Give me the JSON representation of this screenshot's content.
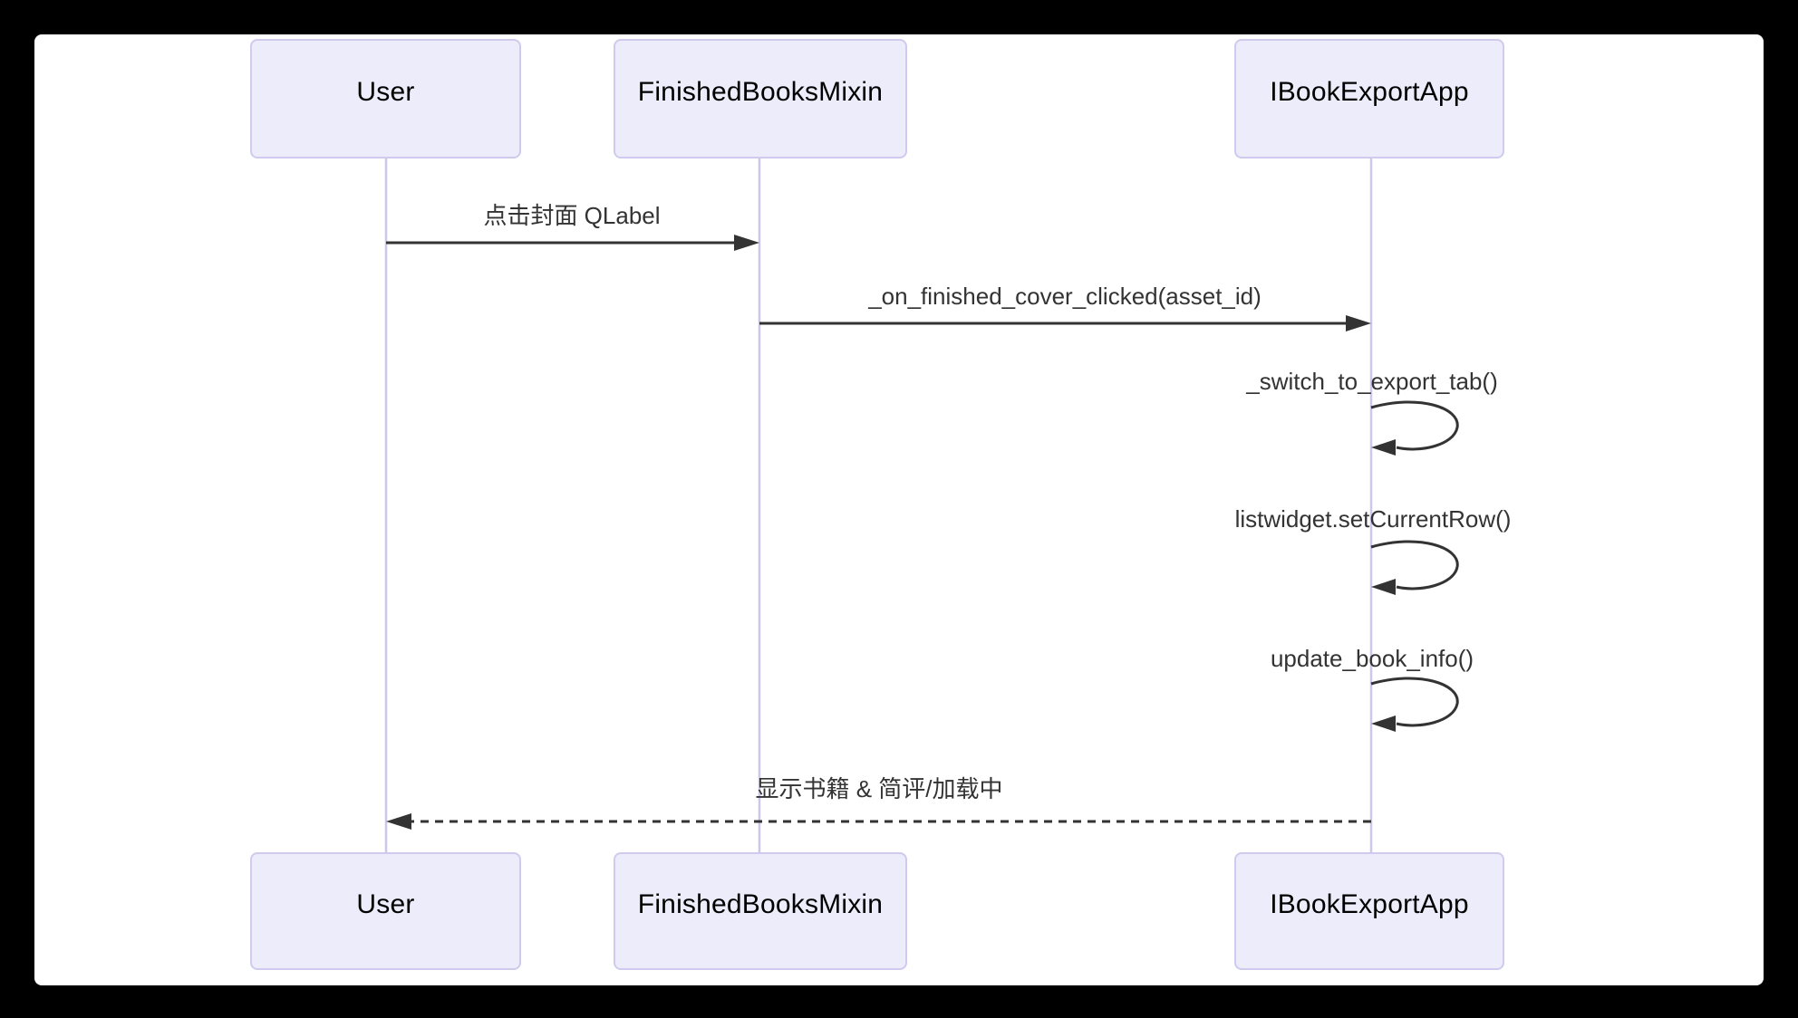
{
  "diagram": {
    "kind": "sequence-diagram",
    "actors": [
      {
        "id": "user",
        "name": "User"
      },
      {
        "id": "finished_books_mixin",
        "name": "FinishedBooksMixin"
      },
      {
        "id": "ibook_export_app",
        "name": "IBookExportApp"
      }
    ],
    "messages": [
      {
        "from": "User",
        "to": "FinishedBooksMixin",
        "label": "点击封面 QLabel",
        "line": "solid"
      },
      {
        "from": "FinishedBooksMixin",
        "to": "IBookExportApp",
        "label": "_on_finished_cover_clicked(asset_id)",
        "line": "solid"
      },
      {
        "from": "IBookExportApp",
        "to": "IBookExportApp",
        "label": "_switch_to_export_tab()",
        "line": "self-loop"
      },
      {
        "from": "IBookExportApp",
        "to": "IBookExportApp",
        "label": "listwidget.setCurrentRow()",
        "line": "self-loop"
      },
      {
        "from": "IBookExportApp",
        "to": "IBookExportApp",
        "label": "update_book_info()",
        "line": "self-loop"
      },
      {
        "from": "IBookExportApp",
        "to": "User",
        "label": "显示书籍 & 简评/加载中",
        "line": "dashed"
      }
    ],
    "colors": {
      "frame": "#000000",
      "canvas": "#ffffff",
      "actor_fill": "#ececfb",
      "actor_border": "#cfcaee",
      "lifeline": "#ccc8ec",
      "message_line": "#333333",
      "message_text": "#333333",
      "actor_text": "#000000"
    }
  }
}
